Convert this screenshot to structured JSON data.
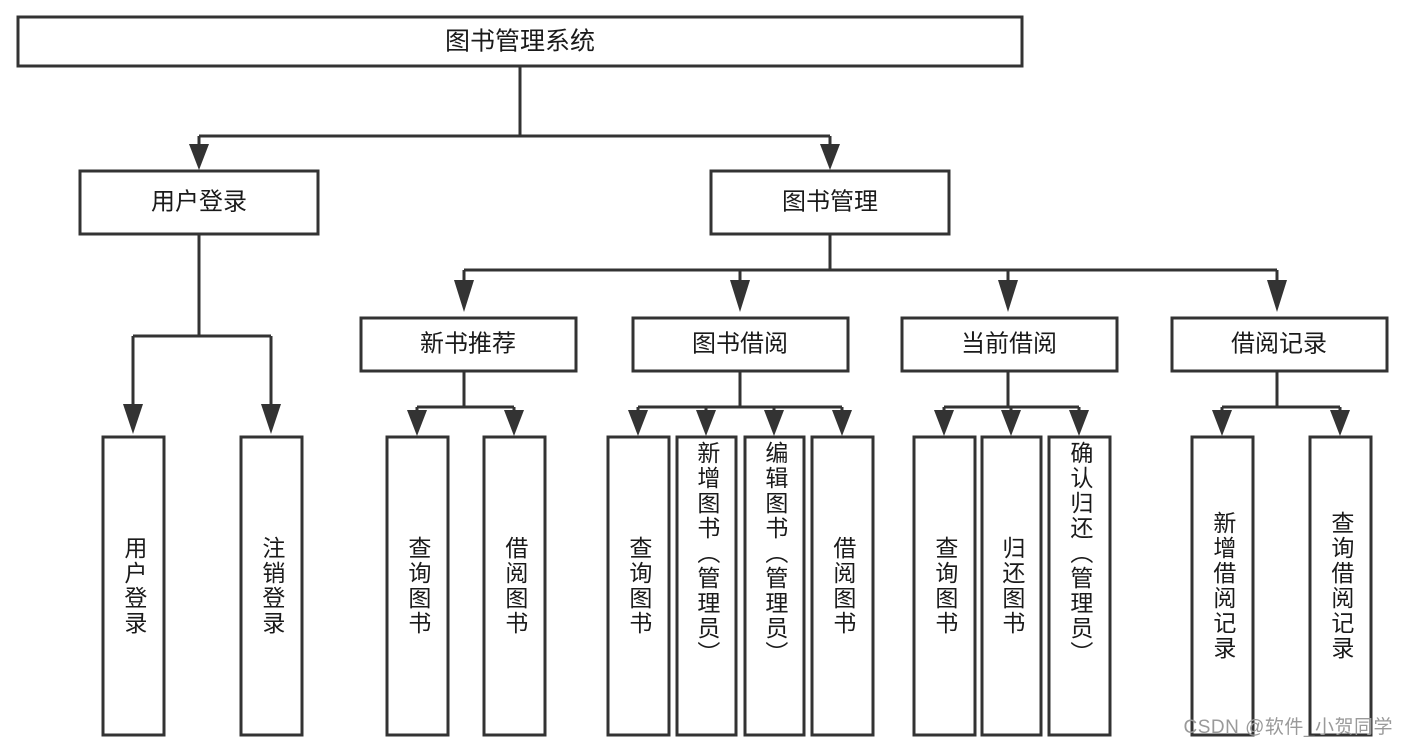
{
  "diagram": {
    "title": "图书管理系统",
    "watermark": "CSDN @软件_小贺同学",
    "colors": {
      "stroke": "#333333",
      "fill": "#ffffff",
      "text": "#1a1a1a",
      "watermark": "#9a9a9a"
    },
    "root": {
      "id": "root",
      "label": "图书管理系统"
    },
    "level2": [
      {
        "id": "user-login",
        "label": "用户登录"
      },
      {
        "id": "book-management",
        "label": "图书管理"
      }
    ],
    "level3": [
      {
        "id": "new-book-recommend",
        "label": "新书推荐"
      },
      {
        "id": "book-borrow",
        "label": "图书借阅"
      },
      {
        "id": "current-borrow",
        "label": "当前借阅"
      },
      {
        "id": "borrow-record",
        "label": "借阅记录"
      }
    ],
    "leaves": {
      "user-login": [
        {
          "id": "leaf-user-login",
          "label": "用户登录"
        },
        {
          "id": "leaf-logout",
          "label": "注销登录"
        }
      ],
      "new-book-recommend": [
        {
          "id": "leaf-query-books-1",
          "label": "查询图书"
        },
        {
          "id": "leaf-borrow-books-1",
          "label": "借阅图书"
        }
      ],
      "book-borrow": [
        {
          "id": "leaf-query-books-2",
          "label": "查询图书"
        },
        {
          "id": "leaf-add-book",
          "label": "新增图书（管理员）"
        },
        {
          "id": "leaf-edit-book",
          "label": "编辑图书（管理员）"
        },
        {
          "id": "leaf-borrow-books-2",
          "label": "借阅图书"
        }
      ],
      "current-borrow": [
        {
          "id": "leaf-query-books-3",
          "label": "查询图书"
        },
        {
          "id": "leaf-return-book",
          "label": "归还图书"
        },
        {
          "id": "leaf-confirm-return",
          "label": "确认归还（管理员）"
        }
      ],
      "borrow-record": [
        {
          "id": "leaf-add-record",
          "label": "新增借阅记录"
        },
        {
          "id": "leaf-query-record",
          "label": "查询借阅记录"
        }
      ]
    }
  }
}
